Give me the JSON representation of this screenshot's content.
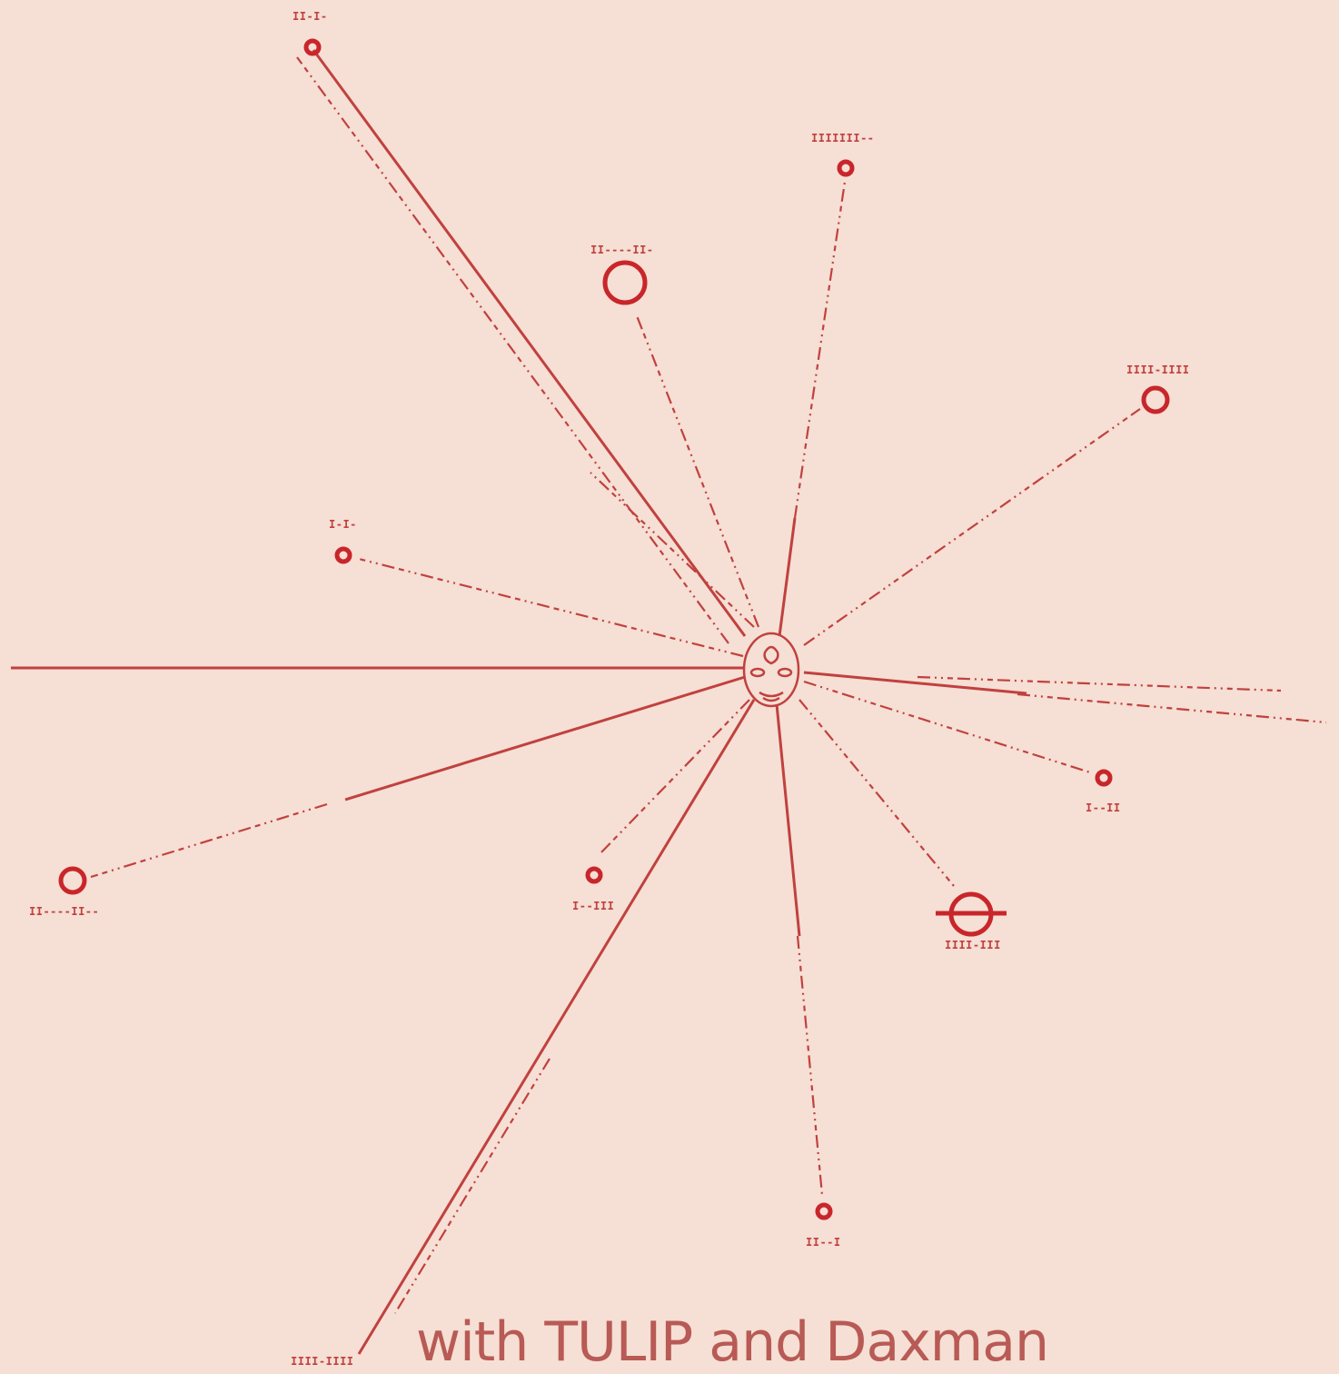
{
  "colors": {
    "background": "#f6dfd4",
    "line": "#c0413f",
    "node": "#c8262b",
    "caption": "#b85a55"
  },
  "pulsar_labels": {
    "top_left": "II-I-",
    "top_center": "IIIIIII--",
    "large_circle": "II----II-",
    "right_upper": "IIII-IIII",
    "left_mid": "I-I-",
    "right_lower": "I--II",
    "left_lower": "II----II--",
    "center_lower": "I--III",
    "crossed_circle": "IIII-III",
    "bottom": "II--I",
    "bottom_left": "IIII-IIII"
  },
  "caption": "with TULIP and Daxman"
}
